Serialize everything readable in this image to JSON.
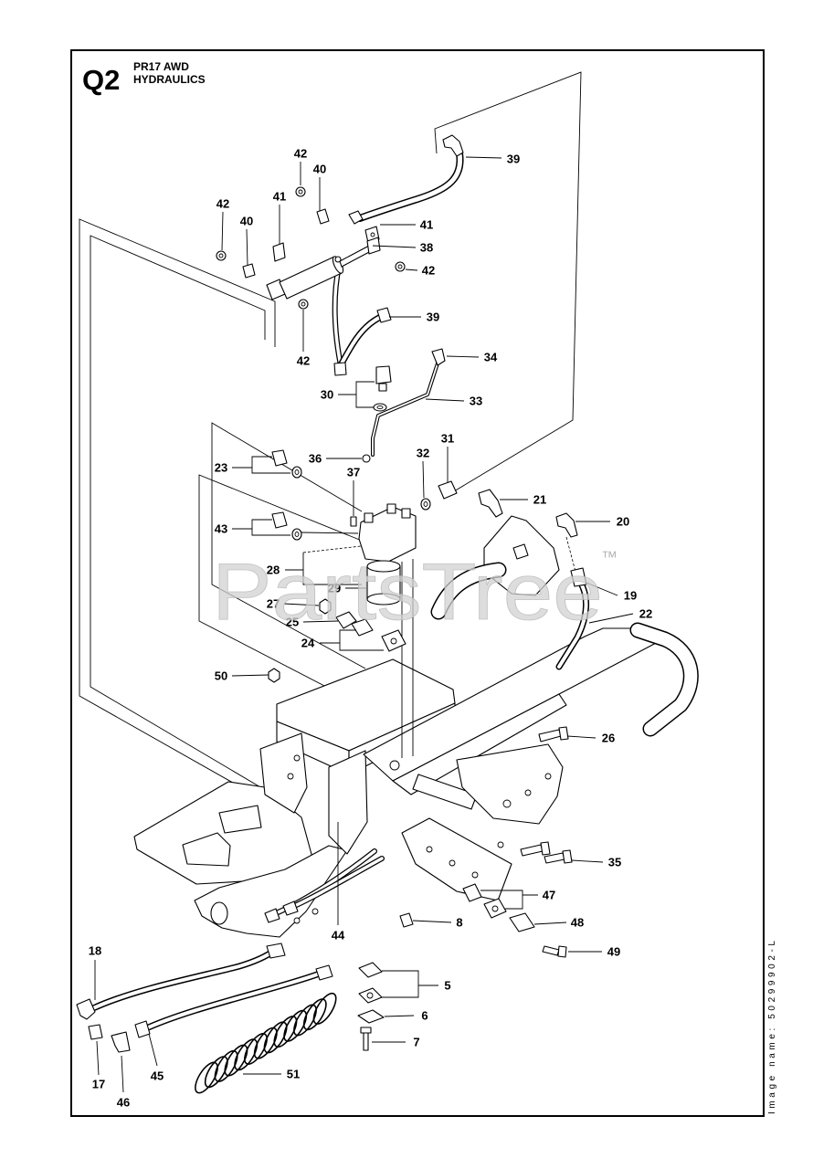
{
  "header": {
    "code": "Q2",
    "model": "PR17 AWD",
    "section": "HYDRAULICS"
  },
  "watermark": {
    "text": "PartsTree",
    "tm": "™"
  },
  "image_name": "Image name: 50299902-L",
  "callouts": [
    "39",
    "42",
    "40",
    "41",
    "42",
    "40",
    "41",
    "38",
    "42",
    "39",
    "42",
    "34",
    "30",
    "33",
    "31",
    "32",
    "36",
    "23",
    "37",
    "21",
    "20",
    "43",
    "28",
    "29",
    "19",
    "27",
    "22",
    "25",
    "24",
    "50",
    "26",
    "35",
    "47",
    "8",
    "48",
    "44",
    "49",
    "18",
    "5",
    "6",
    "7",
    "45",
    "51",
    "17",
    "46"
  ],
  "colors": {
    "ink": "#000000",
    "watermark": "#d2d2d2"
  }
}
